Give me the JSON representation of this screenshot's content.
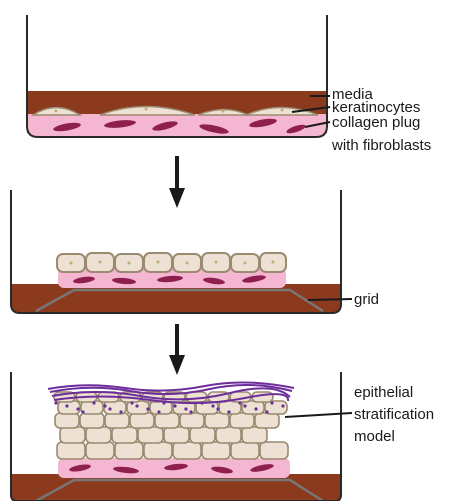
{
  "panel1": {
    "labels": {
      "media": "media",
      "keratinocytes": "keratinocytes",
      "collagen_line1": "collagen plug",
      "collagen_line2": "with fibroblasts"
    }
  },
  "panel2": {
    "labels": {
      "grid": "grid"
    }
  },
  "panel3": {
    "labels": {
      "model_line1": "epithelial",
      "model_line2": "stratification",
      "model_line3": "model"
    }
  },
  "colors": {
    "media": "#8b3a1e",
    "keratinocyte_fill": "#ece1d2",
    "keratinocyte_stroke": "#9a8a70",
    "collagen": "#f5b6d2",
    "fibroblast": "#8e1f4f",
    "cornified": "#6d2e9c",
    "grid": "#777777"
  }
}
